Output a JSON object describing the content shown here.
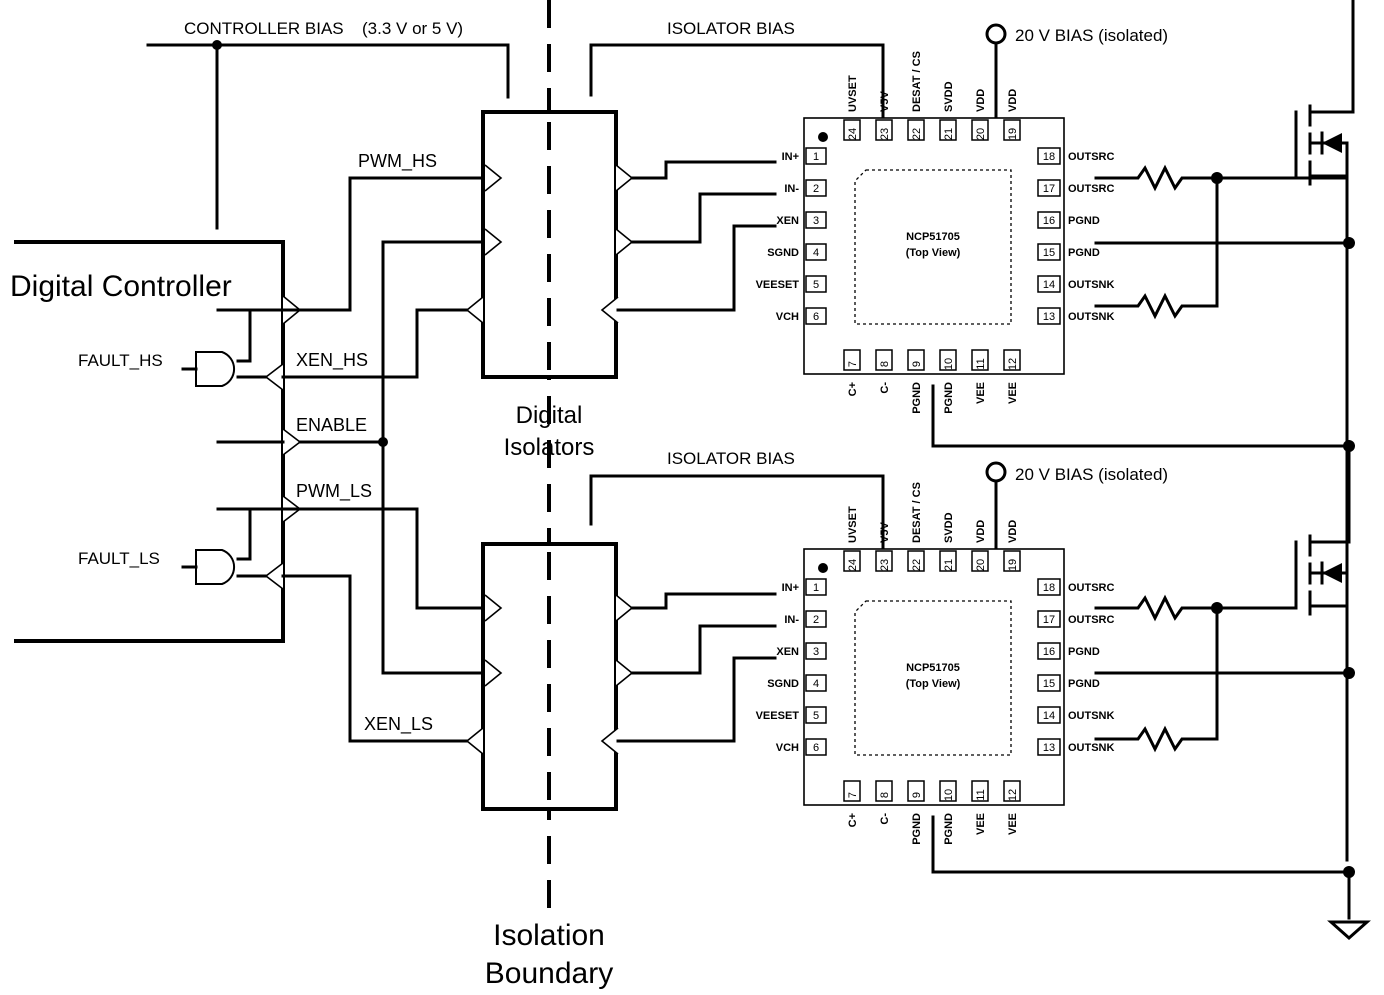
{
  "labels": {
    "controller_bias": "CONTROLLER BIAS",
    "controller_bias_range": "(3.3 V or 5 V)",
    "isolator_bias": "ISOLATOR BIAS",
    "bias_20v": "20 V BIAS (isolated)",
    "digital_controller": "Digital Controller",
    "digital_isolators_1": "Digital",
    "digital_isolators_2": "Isolators",
    "isolation_boundary_1": "Isolation",
    "isolation_boundary_2": "Boundary",
    "pwm_hs": "PWM_HS",
    "xen_hs": "XEN_HS",
    "enable": "ENABLE",
    "pwm_ls": "PWM_LS",
    "xen_ls": "XEN_LS",
    "fault_hs": "FAULT_HS",
    "fault_ls": "FAULT_LS"
  },
  "chip": {
    "part": "NCP51705",
    "view": "(Top View)",
    "left_pins": [
      {
        "n": "1",
        "l": "IN+"
      },
      {
        "n": "2",
        "l": "IN-"
      },
      {
        "n": "3",
        "l": "XEN"
      },
      {
        "n": "4",
        "l": "SGND"
      },
      {
        "n": "5",
        "l": "VEESET"
      },
      {
        "n": "6",
        "l": "VCH"
      }
    ],
    "right_pins": [
      {
        "n": "18",
        "l": "OUTSRC"
      },
      {
        "n": "17",
        "l": "OUTSRC"
      },
      {
        "n": "16",
        "l": "PGND"
      },
      {
        "n": "15",
        "l": "PGND"
      },
      {
        "n": "14",
        "l": "OUTSNK"
      },
      {
        "n": "13",
        "l": "OUTSNK"
      }
    ],
    "top_pins": [
      {
        "n": "24",
        "l": "UVSET"
      },
      {
        "n": "23",
        "l": "V5V"
      },
      {
        "n": "22",
        "l": "DESAT / CS"
      },
      {
        "n": "21",
        "l": "SVDD"
      },
      {
        "n": "20",
        "l": "VDD"
      },
      {
        "n": "19",
        "l": "VDD"
      }
    ],
    "bottom_pins": [
      {
        "n": "7",
        "l": "C+"
      },
      {
        "n": "8",
        "l": "C-"
      },
      {
        "n": "9",
        "l": "PGND"
      },
      {
        "n": "10",
        "l": "PGND"
      },
      {
        "n": "11",
        "l": "VEE"
      },
      {
        "n": "12",
        "l": "VEE"
      }
    ]
  }
}
